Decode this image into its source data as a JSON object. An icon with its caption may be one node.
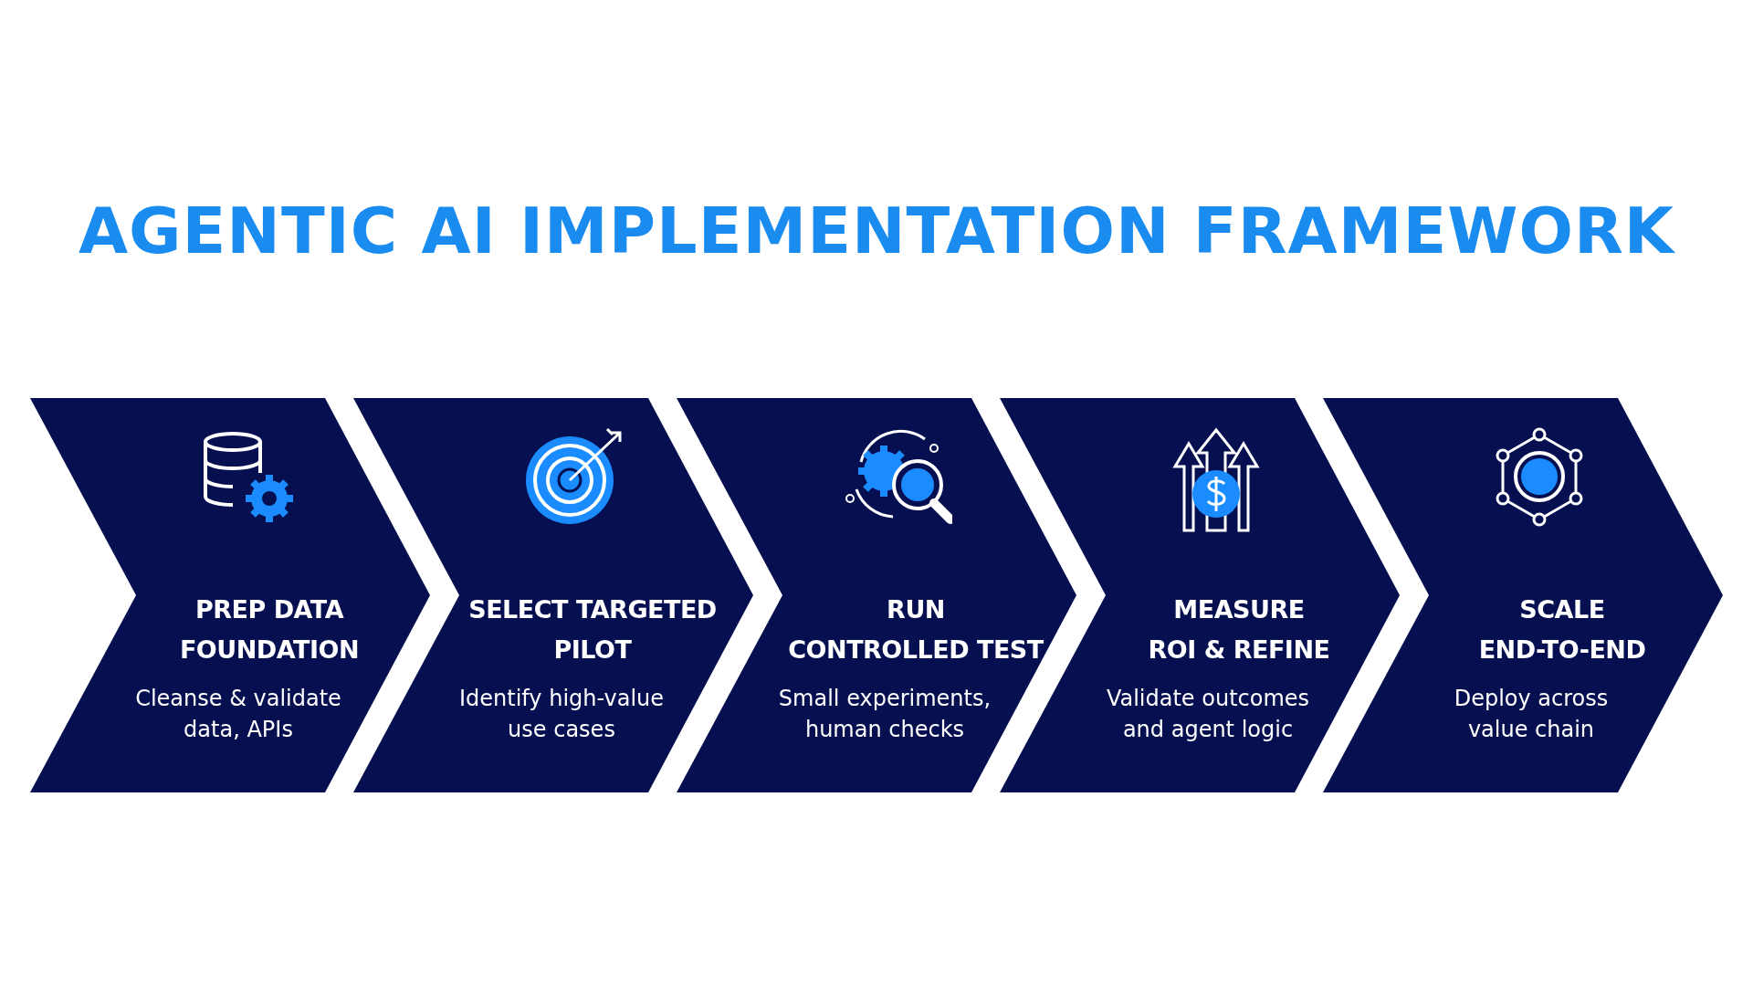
{
  "diagram": {
    "title": "AGENTIC AI IMPLEMENTATION FRAMEWORK",
    "nodes": [
      {
        "text": [
          "PREP DATA FOUNDATION",
          "Cleanse & validate data, APIs"
        ]
      },
      {
        "text": [
          "SELECT TARGETED PILOT",
          "Identify high-value use cases"
        ]
      },
      {
        "text": [
          "RUN CONTROLLED TEST",
          "Small experiments, human checks"
        ]
      },
      {
        "text": [
          "MEASURE ROI & REFINE",
          "Validate outcomes and agent logic"
        ]
      },
      {
        "text": [
          "SCALE END-TO-END",
          "Deploy across value chain"
        ]
      }
    ]
  }
}
